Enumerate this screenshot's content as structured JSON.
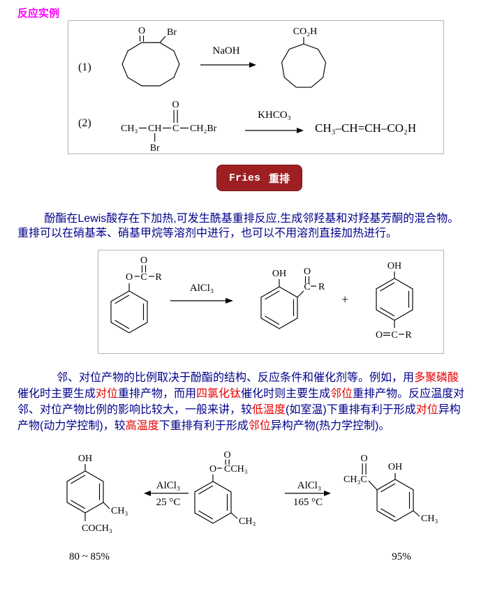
{
  "title": "反应实例",
  "box1": {
    "label1": "(1)",
    "struct1": {
      "o": "O",
      "br": "Br"
    },
    "arrow1": "NaOH",
    "struct2": {
      "group": "CO₂H"
    },
    "label2": "(2)",
    "struct3": {
      "ch3": "CH₃",
      "ch": "CH",
      "c": "C",
      "ch2br": "CH₂Br",
      "o": "O",
      "br": "Br"
    },
    "arrow2": "KHCO₃",
    "product2": "CH₃–CH=CH–CO₂H"
  },
  "fries": {
    "latin": "Fries",
    "cjk": "重排"
  },
  "para1": {
    "lines": [
      "酚酯在Lewis酸存在下加热,可发生酰基重排反应,生成邻羟基和对羟基芳酮的混合物。",
      "重排可以在硝基苯、硝基甲烷等溶剂中进行，也可以不用溶剂直接加热进行。"
    ]
  },
  "box2": {
    "ester": {
      "o1": "O",
      "c": "C",
      "o2": "O",
      "r": "R"
    },
    "arrow": "AlCl₃",
    "ortho": {
      "oh": "OH",
      "o": "O",
      "c": "C",
      "r": "R"
    },
    "plus": "+",
    "parap": {
      "oh": "OH",
      "o": "O",
      "c": "C",
      "r": "R"
    }
  },
  "para2": {
    "lines": [
      [
        {
          "t": "邻、对位产物的比例取决于酚酯的结构、反应条件和催化剂等。例如，用",
          "red": false
        },
        {
          "t": "多聚磷酸",
          "red": true
        }
      ],
      [
        {
          "t": "催化时主要生成",
          "red": false
        },
        {
          "t": "对位",
          "red": true
        },
        {
          "t": "重排产物，而用",
          "red": false
        },
        {
          "t": "四氯化钛",
          "red": true
        },
        {
          "t": "催化时则主要生成",
          "red": false
        },
        {
          "t": "邻位",
          "red": true
        },
        {
          "t": "重排产物。反应温度对",
          "red": false
        }
      ],
      [
        {
          "t": "邻、对位产物比例的影响比较大，一般来讲，较",
          "red": false
        },
        {
          "t": "低温度",
          "red": true
        },
        {
          "t": "(如室温)下重排有利于形成",
          "red": false
        },
        {
          "t": "对位",
          "red": true
        },
        {
          "t": "异构",
          "red": false
        }
      ],
      [
        {
          "t": "产物(动力学控制)，较",
          "red": false
        },
        {
          "t": "高温度",
          "red": true
        },
        {
          "t": "下重排有利于形成",
          "red": false
        },
        {
          "t": "邻位",
          "red": true
        },
        {
          "t": "异构产物(热力学控制)。",
          "red": false
        }
      ]
    ]
  },
  "bottom": {
    "left": {
      "oh": "OH",
      "ch3": "CH₃",
      "coch3": "COCH₃",
      "yield": "80 ~ 85%"
    },
    "larrow": {
      "reagent": "AlCl₃",
      "temp": "25 °C"
    },
    "center": {
      "o1": "O",
      "o2": "O",
      "cch3": "CCH₃",
      "ch3": "CH₃"
    },
    "rarrow": {
      "reagent": "AlCl₃",
      "temp": "165 °C"
    },
    "right": {
      "ch3c": "CH₃C",
      "o": "O",
      "oh": "OH",
      "ch3": "CH₃",
      "yield": "95%"
    }
  }
}
